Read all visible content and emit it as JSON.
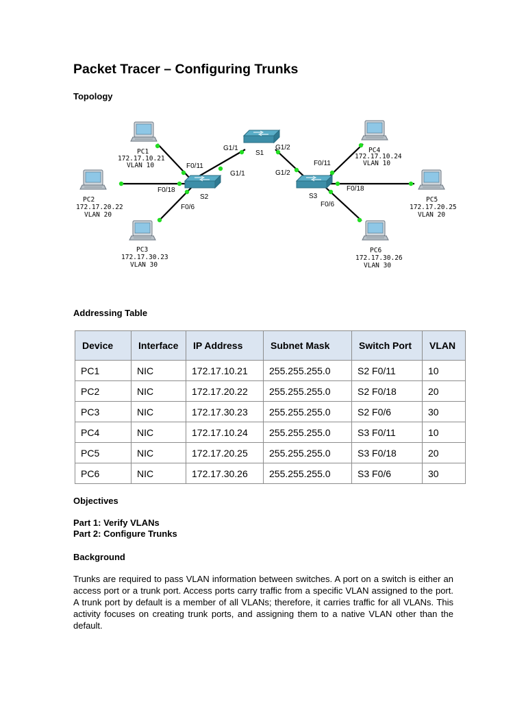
{
  "document": {
    "title": "Packet Tracer – Configuring Trunks"
  },
  "sections": {
    "topology": "Topology",
    "addressing": "Addressing Table",
    "objectives": "Objectives",
    "background": "Background"
  },
  "topology": {
    "switches": [
      {
        "name": "S1"
      },
      {
        "name": "S2"
      },
      {
        "name": "S3"
      }
    ],
    "ports": {
      "s1_g11": "G1/1",
      "s1_g12": "G1/2",
      "s2_g11": "G1/1",
      "s3_g12": "G1/2",
      "s2_f011": "F0/11",
      "s2_f018": "F0/18",
      "s2_f06": "F0/6",
      "s3_f011": "F0/11",
      "s3_f018": "F0/18",
      "s3_f06": "F0/6"
    },
    "pcs": [
      {
        "name": "PC1",
        "ip": "172.17.10.21",
        "vlan": "VLAN 10"
      },
      {
        "name": "PC2",
        "ip": "172.17.20.22",
        "vlan": "VLAN 20"
      },
      {
        "name": "PC3",
        "ip": "172.17.30.23",
        "vlan": "VLAN 30"
      },
      {
        "name": "PC4",
        "ip": "172.17.10.24",
        "vlan": "VLAN 10"
      },
      {
        "name": "PC5",
        "ip": "172.17.20.25",
        "vlan": "VLAN 20"
      },
      {
        "name": "PC6",
        "ip": "172.17.30.26",
        "vlan": "VLAN 30"
      }
    ],
    "colors": {
      "link": "#000000",
      "port_dot": "#22dd22",
      "switch": "#3d8ea8",
      "pc_screen": "#8ec7e6"
    }
  },
  "table": {
    "headers": [
      "Device",
      "Interface",
      "IP Address",
      "Subnet Mask",
      "Switch Port",
      "VLAN"
    ],
    "rows": [
      [
        "PC1",
        "NIC",
        "172.17.10.21",
        "255.255.255.0",
        "S2 F0/11",
        "10"
      ],
      [
        "PC2",
        "NIC",
        "172.17.20.22",
        "255.255.255.0",
        "S2 F0/18",
        "20"
      ],
      [
        "PC3",
        "NIC",
        "172.17.30.23",
        "255.255.255.0",
        "S2 F0/6",
        "30"
      ],
      [
        "PC4",
        "NIC",
        "172.17.10.24",
        "255.255.255.0",
        "S3 F0/11",
        "10"
      ],
      [
        "PC5",
        "NIC",
        "172.17.20.25",
        "255.255.255.0",
        "S3 F0/18",
        "20"
      ],
      [
        "PC6",
        "NIC",
        "172.17.30.26",
        "255.255.255.0",
        "S3 F0/6",
        "30"
      ]
    ]
  },
  "objectives": {
    "part1": "Part 1: Verify VLANs",
    "part2": "Part 2: Configure Trunks"
  },
  "background_text": "Trunks are required to pass VLAN information between switches. A port on a switch is either an access port or a trunk port. Access ports carry traffic from a specific VLAN assigned to the port. A trunk port by default is a member of all VLANs; therefore, it carries traffic for all VLANs. This activity focuses on creating trunk ports, and assigning them to a native VLAN other than the default."
}
